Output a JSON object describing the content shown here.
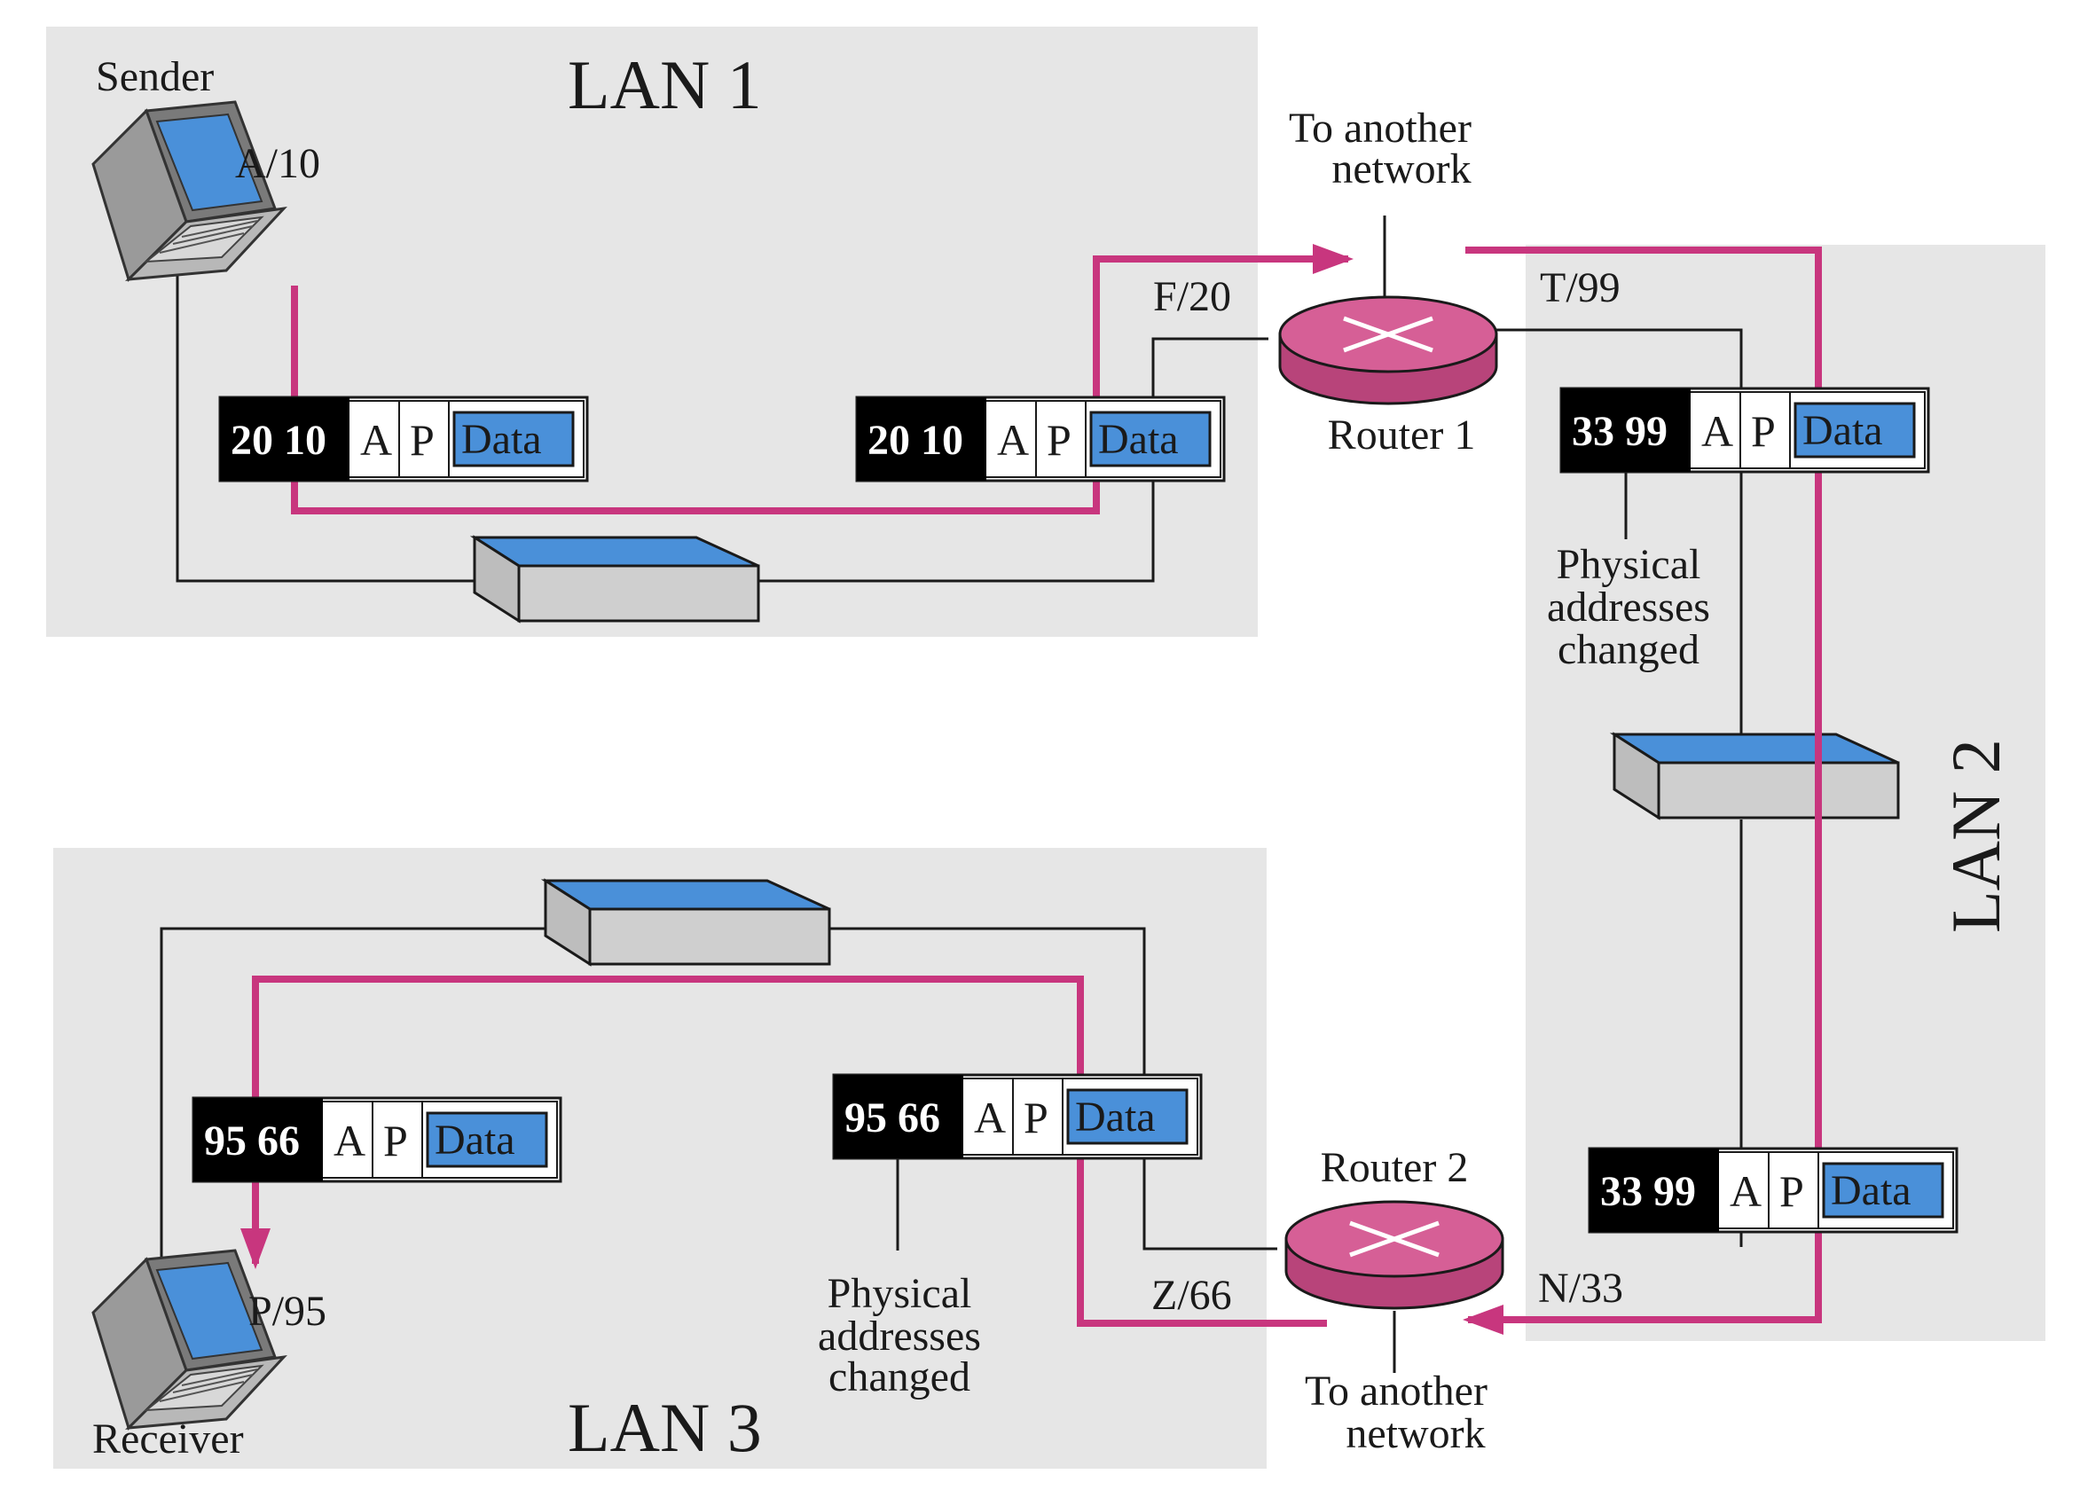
{
  "lans": {
    "lan1": "LAN 1",
    "lan2": "LAN 2",
    "lan3": "LAN 3"
  },
  "hosts": {
    "sender": {
      "label": "Sender",
      "address": "A/10"
    },
    "receiver": {
      "label": "Receiver",
      "address": "P/95"
    }
  },
  "routers": {
    "router1": {
      "label": "Router 1",
      "port_lan1": "F/20",
      "port_lan2": "T/99",
      "uplink": [
        "To another",
        "network"
      ]
    },
    "router2": {
      "label": "Router 2",
      "port_lan3": "Z/66",
      "port_lan2": "N/33",
      "uplink": [
        "To another",
        "network"
      ]
    }
  },
  "packets": {
    "p1": {
      "addr": "20 10",
      "a": "A",
      "p": "P",
      "data": "Data"
    },
    "p2": {
      "addr": "20 10",
      "a": "A",
      "p": "P",
      "data": "Data"
    },
    "p3": {
      "addr": "33 99",
      "a": "A",
      "p": "P",
      "data": "Data"
    },
    "p4": {
      "addr": "33 99",
      "a": "A",
      "p": "P",
      "data": "Data"
    },
    "p5": {
      "addr": "95 66",
      "a": "A",
      "p": "P",
      "data": "Data"
    },
    "p6": {
      "addr": "95 66",
      "a": "A",
      "p": "P",
      "data": "Data"
    }
  },
  "notes": {
    "lan2_note": [
      "Physical",
      "addresses",
      "changed"
    ],
    "lan3_note": [
      "Physical",
      "addresses",
      "changed"
    ]
  },
  "colors": {
    "lan_background": "#e6e6e6",
    "path": "#c8367e",
    "router": "#d65f96",
    "switch_top": "#4a90d9",
    "switch_body": "#cfcfcf",
    "data_field": "#4a90d9",
    "address_field": "#000000"
  },
  "icons": {
    "host": "laptop-icon",
    "router": "router-icon",
    "switch": "switch-icon"
  }
}
